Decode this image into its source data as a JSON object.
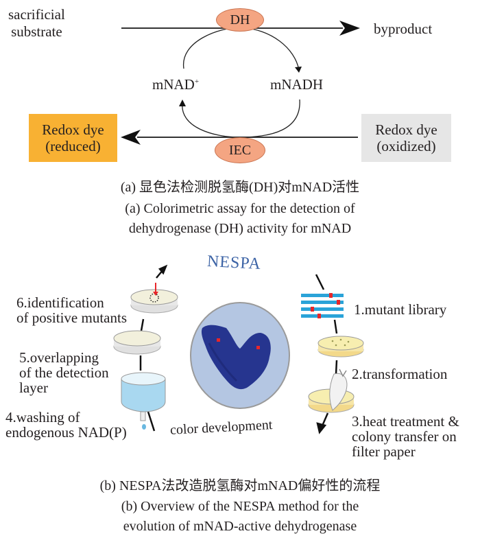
{
  "panel_a": {
    "substrate_label": "sacrificial\nsubstrate",
    "byproduct_label": "byproduct",
    "enzyme_top": "DH",
    "cofactor_oxidized": "mNAD",
    "cofactor_oxidized_sup": "+",
    "cofactor_reduced": "mNADH",
    "enzyme_bottom": "IEC",
    "dye_reduced": "Redox dye\n(reduced)",
    "dye_oxidized": "Redox dye\n(oxidized)",
    "caption_cn": "(a) 显色法检测脱氢酶(DH)对mNAD活性",
    "caption_en_1": "(a) Colorimetric assay for the detection of",
    "caption_en_2": "dehydrogenase (DH) activity for mNAD",
    "colors": {
      "enzyme_fill": "#f4a582",
      "dye_reduced_fill": "#f8b133",
      "dye_oxidized_fill": "#e6e6e6"
    }
  },
  "panel_b": {
    "title": "NESPA",
    "center_label": "color development",
    "steps": [
      {
        "num": "1",
        "text": "1.mutant library"
      },
      {
        "num": "2",
        "text": "2.transformation"
      },
      {
        "num": "3",
        "text": "3.heat treatment &\ncolony transfer on\nfilter paper"
      },
      {
        "num": "4",
        "text": "4.washing of\nendogenous NAD(P)"
      },
      {
        "num": "5",
        "text": "5.overlapping\nof the detection\nlayer"
      },
      {
        "num": "6",
        "text": "6.identification\nof positive mutants"
      }
    ],
    "caption_cn": "(b) NESPA法改造脱氢酶对mNAD偏好性的流程",
    "caption_en_1": "(b) Overview of the NESPA method for the",
    "caption_en_2": "evolution of mNAD-active dehydrogenase",
    "colors": {
      "title": "#3d64a6",
      "protein_circle": "#b4c6e2",
      "protein": "#26358f",
      "dna": "#2aa3d8",
      "mutation": "#e8262a",
      "plate_agar": "#f7eeb0",
      "wash": "#a9d8f0"
    }
  }
}
